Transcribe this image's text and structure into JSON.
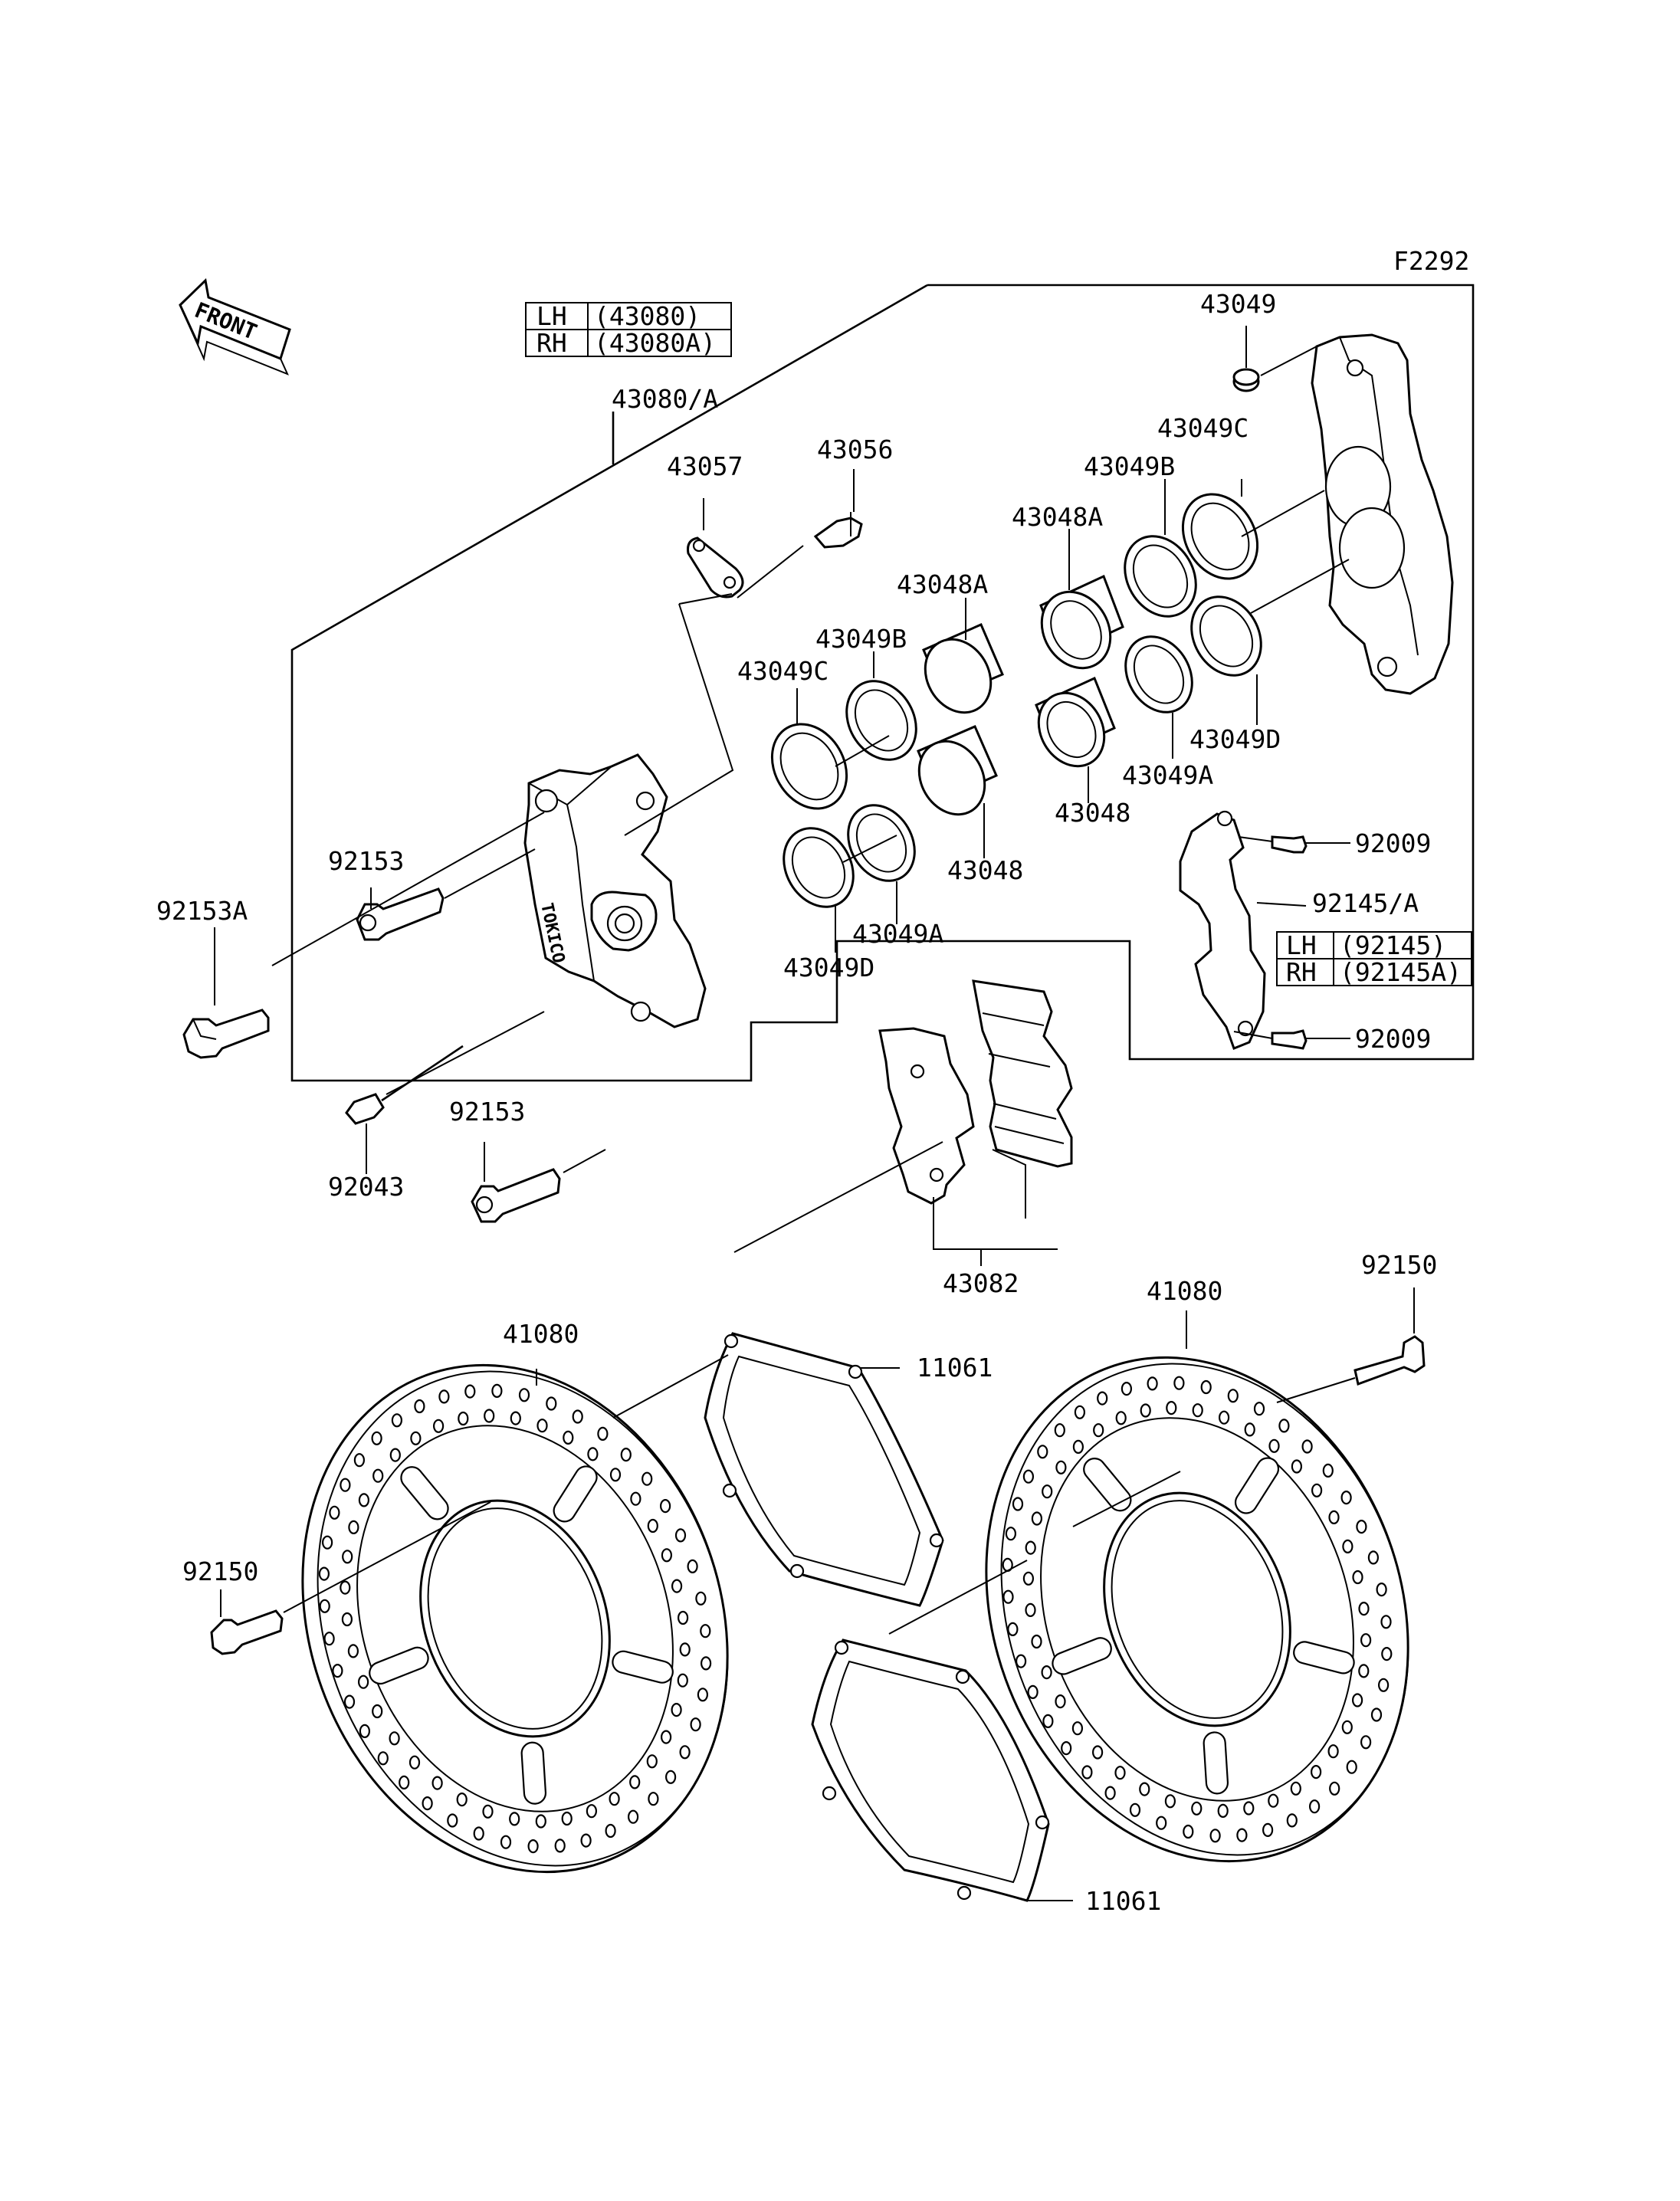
{
  "diagram": {
    "figure_code": "F2292",
    "front_label": "FRONT",
    "caliper_table": [
      {
        "side": "LH",
        "part": "(43080)"
      },
      {
        "side": "RH",
        "part": "(43080A)"
      }
    ],
    "bracket_table": [
      {
        "side": "LH",
        "part": "(92145)"
      },
      {
        "side": "RH",
        "part": "(92145A)"
      }
    ],
    "caliper_marking": "TOKICO",
    "labels": {
      "l43080A": "43080/A",
      "l43049": "43049",
      "l43049C_r": "43049C",
      "l43049B_r": "43049B",
      "l43048A_r": "43048A",
      "l43057": "43057",
      "l43056": "43056",
      "l43048A_l": "43048A",
      "l43049B_l": "43049B",
      "l43049C_l": "43049C",
      "l43049D_r": "43049D",
      "l43049A_r": "43049A",
      "l43048_r": "43048",
      "l43048_l": "43048",
      "l43049A_l": "43049A",
      "l43049D_l": "43049D",
      "l92009_a": "92009",
      "l92145A": "92145/A",
      "l92009_b": "92009",
      "l92153_a": "92153",
      "l92153A": "92153A",
      "l92153_b": "92153",
      "l92043": "92043",
      "l43082": "43082",
      "l41080_l": "41080",
      "l41080_r": "41080",
      "l92150_r": "92150",
      "l11061_a": "11061",
      "l92150_l": "92150",
      "l11061_b": "11061"
    }
  }
}
